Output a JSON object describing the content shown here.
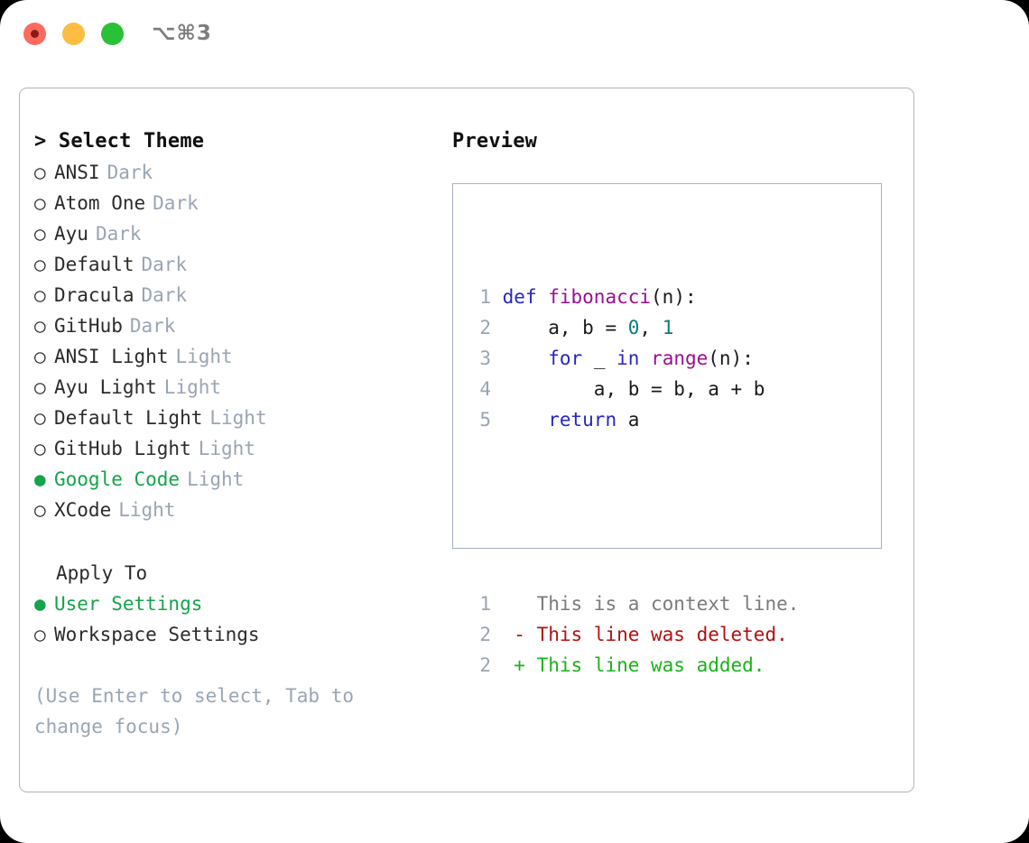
{
  "titlebar": {
    "shortcut": "⌥⌘3",
    "buttons": [
      {
        "name": "close",
        "color": "#fd6b5f"
      },
      {
        "name": "minimize",
        "color": "#fcbd40"
      },
      {
        "name": "maximize",
        "color": "#2ac037"
      }
    ]
  },
  "left": {
    "heading": "> Select Theme",
    "themes": [
      {
        "bullet": "○",
        "name": "ANSI",
        "kind": "Dark",
        "selected": false
      },
      {
        "bullet": "○",
        "name": "Atom One",
        "kind": "Dark",
        "selected": false
      },
      {
        "bullet": "○",
        "name": "Ayu",
        "kind": "Dark",
        "selected": false
      },
      {
        "bullet": "○",
        "name": "Default",
        "kind": "Dark",
        "selected": false
      },
      {
        "bullet": "○",
        "name": "Dracula",
        "kind": "Dark",
        "selected": false
      },
      {
        "bullet": "○",
        "name": "GitHub",
        "kind": "Dark",
        "selected": false
      },
      {
        "bullet": "○",
        "name": "ANSI Light",
        "kind": "Light",
        "selected": false
      },
      {
        "bullet": "○",
        "name": "Ayu Light",
        "kind": "Light",
        "selected": false
      },
      {
        "bullet": "○",
        "name": "Default Light",
        "kind": "Light",
        "selected": false
      },
      {
        "bullet": "○",
        "name": "GitHub Light",
        "kind": "Light",
        "selected": false
      },
      {
        "bullet": "●",
        "name": "Google Code",
        "kind": "Light",
        "selected": true
      },
      {
        "bullet": "○",
        "name": "XCode",
        "kind": "Light",
        "selected": false
      }
    ],
    "apply_to_heading": "Apply To",
    "apply_to": [
      {
        "bullet": "●",
        "name": "User Settings",
        "selected": true
      },
      {
        "bullet": "○",
        "name": "Workspace Settings",
        "selected": false
      }
    ],
    "hint": "(Use Enter to select, Tab to change focus)"
  },
  "right": {
    "heading": "Preview",
    "code_lines": [
      {
        "num": "1",
        "tokens": [
          {
            "t": "def ",
            "c": "kw"
          },
          {
            "t": "fibonacci",
            "c": "fn"
          },
          {
            "t": "(n):",
            "c": "txt"
          }
        ]
      },
      {
        "num": "2",
        "tokens": [
          {
            "t": "    a, b = ",
            "c": "txt"
          },
          {
            "t": "0",
            "c": "num"
          },
          {
            "t": ", ",
            "c": "txt"
          },
          {
            "t": "1",
            "c": "num"
          }
        ]
      },
      {
        "num": "3",
        "tokens": [
          {
            "t": "    ",
            "c": "txt"
          },
          {
            "t": "for",
            "c": "kw"
          },
          {
            "t": " _ ",
            "c": "txt"
          },
          {
            "t": "in",
            "c": "kw"
          },
          {
            "t": " ",
            "c": "txt"
          },
          {
            "t": "range",
            "c": "fn"
          },
          {
            "t": "(n):",
            "c": "txt"
          }
        ]
      },
      {
        "num": "4",
        "tokens": [
          {
            "t": "        a, b = b, a + b",
            "c": "txt"
          }
        ]
      },
      {
        "num": "5",
        "tokens": [
          {
            "t": "    ",
            "c": "txt"
          },
          {
            "t": "return",
            "c": "kw"
          },
          {
            "t": " a",
            "c": "txt"
          }
        ]
      }
    ],
    "diff_lines": [
      {
        "num": "1",
        "marker": "  ",
        "text": "This is a context line.",
        "kind": "ctx"
      },
      {
        "num": "2",
        "marker": "- ",
        "text": "This line was deleted.",
        "kind": "del"
      },
      {
        "num": "2",
        "marker": "+ ",
        "text": "This line was added.",
        "kind": "add"
      }
    ]
  },
  "colors": {
    "accent_green": "#16a34a",
    "muted": "#9aa5b4",
    "border": "#aeb6c2",
    "keyword": "#2727c4",
    "function": "#9b0f92",
    "number": "#0b7a7a",
    "deleted": "#b31010",
    "added": "#19b319"
  }
}
